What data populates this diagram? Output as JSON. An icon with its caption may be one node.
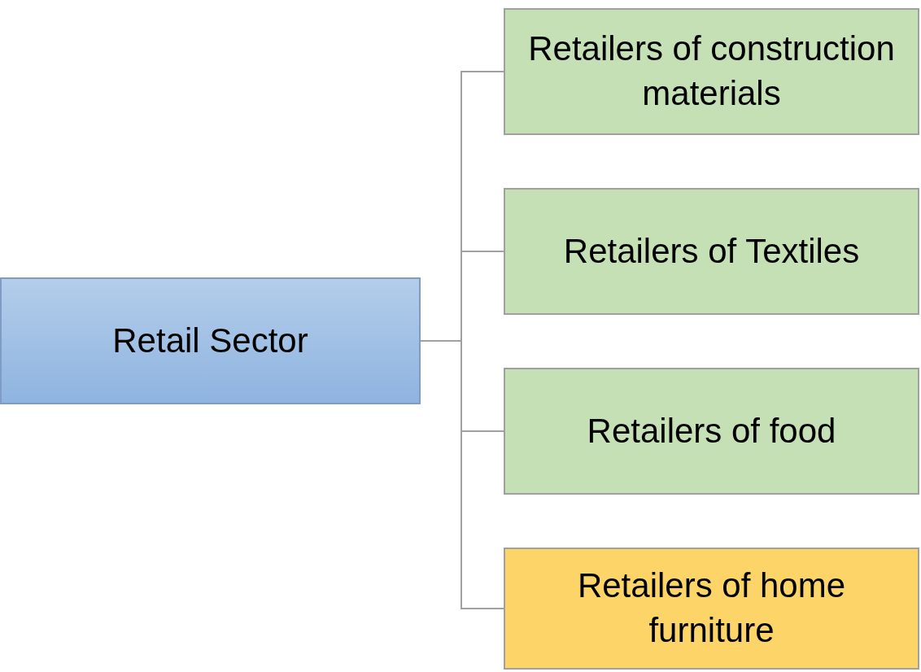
{
  "diagram": {
    "nodes": [
      {
        "text": [
          "Retail Sector"
        ]
      },
      {
        "text": [
          "Retailers of construction materials"
        ]
      },
      {
        "text": [
          "Retailers of Textiles"
        ]
      },
      {
        "text": [
          "Retailers of food"
        ]
      },
      {
        "text": [
          "Retailers of home furniture"
        ]
      }
    ],
    "edges": [
      {
        "from": 0,
        "to": 1,
        "arrow": "none"
      },
      {
        "from": 0,
        "to": 2,
        "arrow": "none"
      },
      {
        "from": 0,
        "to": 3,
        "arrow": "none"
      },
      {
        "from": 0,
        "to": 4,
        "arrow": "none"
      }
    ]
  }
}
